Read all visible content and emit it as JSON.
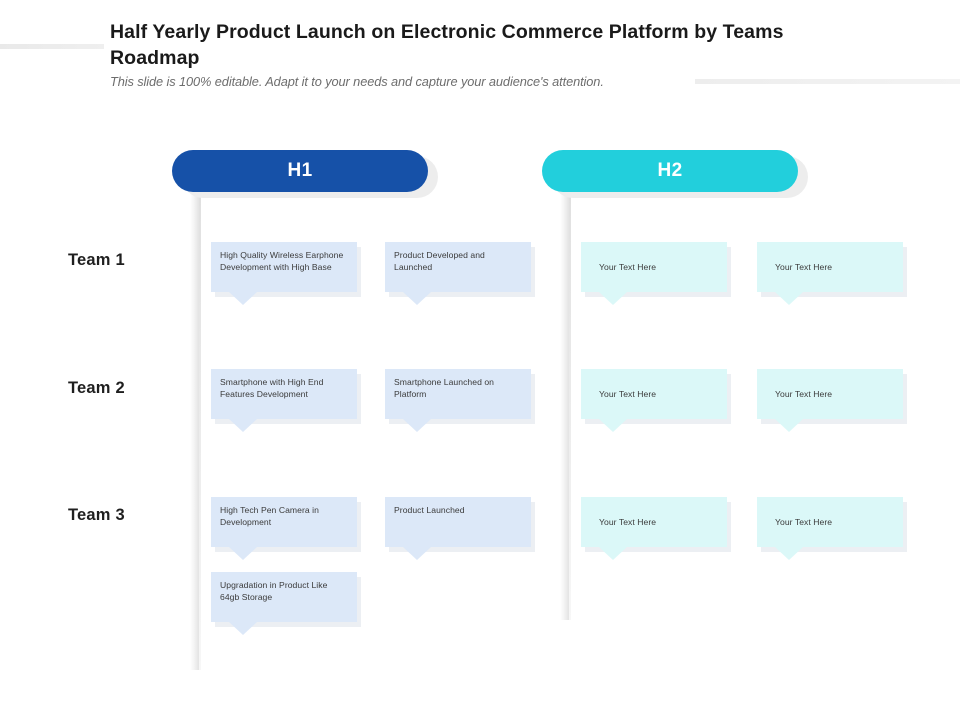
{
  "header": {
    "title": "Half Yearly Product Launch on Electronic Commerce Platform by Teams Roadmap",
    "subtitle": "This slide is 100% editable. Adapt it to your needs and capture your audience's attention."
  },
  "colors": {
    "phase_h1": "#1651a8",
    "phase_h2": "#22cfdc",
    "card_blue": "#dce8f8",
    "card_cyan": "#dbf8f8",
    "title_text": "#1a1a1a",
    "subtitle_text": "#6d6d6d",
    "card_text": "#3b3b3b"
  },
  "phases": [
    {
      "label": "H1"
    },
    {
      "label": "H2"
    }
  ],
  "teams": [
    {
      "label": "Team 1"
    },
    {
      "label": "Team 2"
    },
    {
      "label": "Team 3"
    }
  ],
  "cards": [
    {
      "text": "High Quality Wireless Earphone Development with High Base",
      "phase": "H1",
      "team": "Team 1",
      "style": "blue"
    },
    {
      "text": "Product Developed and Launched",
      "phase": "H1",
      "team": "Team 1",
      "style": "blue"
    },
    {
      "text": "Your Text Here",
      "phase": "H2",
      "team": "Team 1",
      "style": "cyan"
    },
    {
      "text": "Your Text Here",
      "phase": "H2",
      "team": "Team 1",
      "style": "cyan"
    },
    {
      "text": "Smartphone with High End Features Development",
      "phase": "H1",
      "team": "Team 2",
      "style": "blue"
    },
    {
      "text": "Smartphone Launched on Platform",
      "phase": "H1",
      "team": "Team 2",
      "style": "blue"
    },
    {
      "text": "Your Text Here",
      "phase": "H2",
      "team": "Team 2",
      "style": "cyan"
    },
    {
      "text": "Your Text Here",
      "phase": "H2",
      "team": "Team 2",
      "style": "cyan"
    },
    {
      "text": "High Tech Pen Camera in Development",
      "phase": "H1",
      "team": "Team 3",
      "style": "blue"
    },
    {
      "text": "Product Launched",
      "phase": "H1",
      "team": "Team 3",
      "style": "blue"
    },
    {
      "text": "Your Text Here",
      "phase": "H2",
      "team": "Team 3",
      "style": "cyan"
    },
    {
      "text": "Your Text Here",
      "phase": "H2",
      "team": "Team 3",
      "style": "cyan"
    },
    {
      "text": "Upgradation in Product Like 64gb Storage",
      "phase": "H1",
      "team": "Team 3",
      "style": "blue"
    }
  ]
}
